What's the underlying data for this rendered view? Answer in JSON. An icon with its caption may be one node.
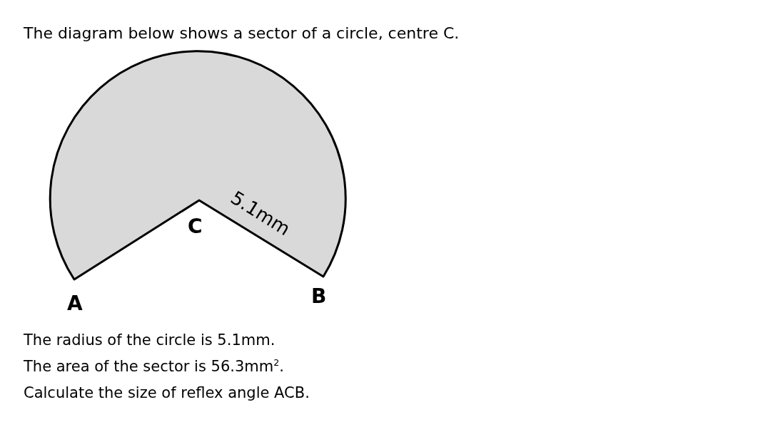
{
  "diagram": {
    "title": "The diagram below shows a sector of a circle, centre C.",
    "labels": [
      "C",
      "5.1mm",
      "A",
      "B",
      "The radius of the circle is 5.1mm.",
      "The area of the sector is 56.3mm$^{2}$.",
      "Calculate the size of reflex angle ACB."
    ]
  }
}
